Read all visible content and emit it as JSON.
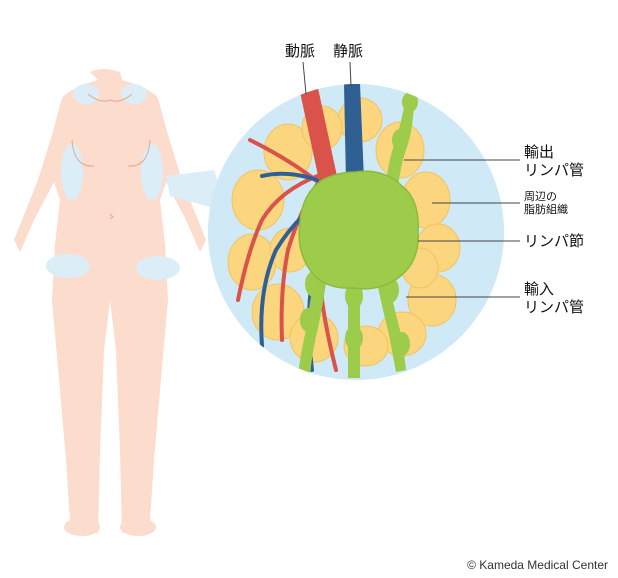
{
  "labels": {
    "artery": "動脈",
    "vein": "静脈",
    "efferent_lymph": "輸出\nリンパ管",
    "adipose": "周辺の\n脂肪組織",
    "lymph_node": "リンパ節",
    "afferent_lymph": "輸入\nリンパ管"
  },
  "copyright": "© Kameda Medical Center",
  "colors": {
    "skin": "#fbdccd",
    "magnifier": "#cfe9f7",
    "fat": "#fbd67e",
    "artery": "#d9534a",
    "vein": "#2f5f93",
    "lymph": "#9ccc4a",
    "lymph_dark": "#8bbb3c",
    "highlight": "#dbeef8"
  }
}
